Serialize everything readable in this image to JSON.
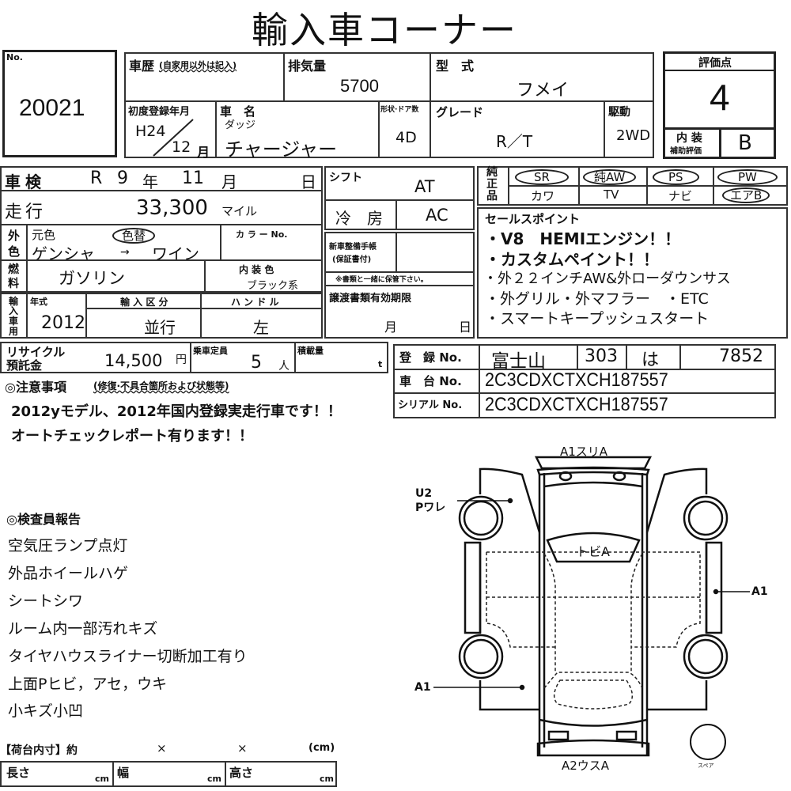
{
  "title": "輸入車コーナー",
  "lot": {
    "label": "No.",
    "value": "20021"
  },
  "history": {
    "label": "車歴",
    "note": "(自家用以外は記入)"
  },
  "displacement": {
    "label": "排気量",
    "value": "5700"
  },
  "model_code": {
    "label": "型　式",
    "value": "フメイ"
  },
  "first_reg": {
    "label": "初度登録年月",
    "year": "H24",
    "month": "12",
    "month_unit": "月"
  },
  "car_name": {
    "label": "車　名",
    "maker": "ダッジ",
    "value": "チャージャー"
  },
  "doors": {
    "label": "形状·ドア数",
    "value": "4D"
  },
  "grade": {
    "label": "グレード",
    "value": "R／T"
  },
  "drive": {
    "label": "駆動",
    "value": "2WD"
  },
  "rating": {
    "label": "評価点",
    "value": "4",
    "interior_label": "内 装",
    "interior_label2": "補助評価",
    "interior_value": "B"
  },
  "inspection": {
    "label": "車検",
    "era": "R",
    "year": "9",
    "year_unit": "年",
    "month": "11",
    "month_unit": "月",
    "day_unit": "日"
  },
  "mileage": {
    "label": "走行",
    "value": "33,300",
    "unit": "マイル"
  },
  "color": {
    "label1": "外",
    "label2": "色",
    "original_label": "元色",
    "changed_badge": "色替",
    "original": "ゲンシャ",
    "arrow": "→",
    "new": "ワイン",
    "color_no_label": "カ ラ ー No."
  },
  "fuel": {
    "label1": "燃",
    "label2": "料",
    "value": "ガソリン",
    "interior_color_label": "内 装 色",
    "interior_color": "ブラック系"
  },
  "import": {
    "label1": "輸",
    "label2": "入",
    "label3": "車",
    "label4": "用",
    "year_label": "年式",
    "year": "2012",
    "type_label": "輸 入 区 分",
    "type": "並行",
    "handle_label": "ハ ン ド ル",
    "handle": "左"
  },
  "shift": {
    "label": "シフト",
    "value": "AT"
  },
  "ac": {
    "label": "冷　房",
    "value": "AC"
  },
  "service_book": {
    "label": "新車整備手帳",
    "label2": "(保証書付)",
    "note": "※書類と一緒に保管下さい。"
  },
  "transfer_docs": {
    "label": "譲渡書類有効期限",
    "month_unit": "月",
    "day_unit": "日"
  },
  "options": {
    "label1": "純",
    "label2": "正",
    "label3": "品",
    "items": [
      {
        "label": "SR",
        "circled": true
      },
      {
        "label": "純AW",
        "circled": true
      },
      {
        "label": "PS",
        "circled": true
      },
      {
        "label": "PW",
        "circled": true
      },
      {
        "label": "カワ",
        "circled": false
      },
      {
        "label": "TV",
        "circled": false
      },
      {
        "label": "ナビ",
        "circled": false
      },
      {
        "label": "エアB",
        "circled": true
      }
    ]
  },
  "sales_points": {
    "label": "セールスポイント",
    "items": [
      "・V8　HEMIエンジン！！",
      "・カスタムペイント！！",
      "・外２２インチAW&外ローダウンサス",
      "・外グリル・外マフラー　・ETC",
      "・スマートキープッシュスタート"
    ]
  },
  "recycle": {
    "label": "リサイクル",
    "label2": "預託金",
    "value": "14,500",
    "unit": "円"
  },
  "capacity": {
    "label": "乗車定員",
    "value": "5",
    "unit": "人"
  },
  "load": {
    "label": "積載量",
    "unit": "t"
  },
  "registration": {
    "label": "登　録 No.",
    "area": "富士山",
    "class": "303",
    "kana": "は",
    "number": "7852",
    "chassis_label": "車　台 No.",
    "chassis": "2C3CDXCTXCH187557",
    "serial_label": "シリアル No.",
    "serial": "2C3CDXCTXCH187557"
  },
  "notes": {
    "label": "◎注意事項",
    "sub": "(修復·不具合箇所および状態等)",
    "lines": [
      "2012yモデル、2012年国内登録実走行車です！！",
      "オートチェックレポート有ります！！"
    ]
  },
  "inspector": {
    "label": "◎検査員報告",
    "items": [
      "空気圧ランプ点灯",
      "外品ホイールハゲ",
      "シートシワ",
      "ルーム内一部汚れキズ",
      "タイヤハウスライナー切断加工有り",
      "上面Pヒビ，アセ，ウキ",
      "小キズ小凹"
    ]
  },
  "cargo": {
    "label": "【荷台内寸】約",
    "x1": "×",
    "x2": "×",
    "unit": "(cm)",
    "length_label": "長さ",
    "width_label": "幅",
    "height_label": "高さ",
    "cm": "cm"
  },
  "diagram": {
    "rear": "A1スリA",
    "front": "A2ウスA",
    "roof": "トビA",
    "left_front_1": "U2",
    "left_front_2": "Pワレ",
    "right_side": "A1",
    "left_rear": "A1",
    "spare": "スペア"
  }
}
